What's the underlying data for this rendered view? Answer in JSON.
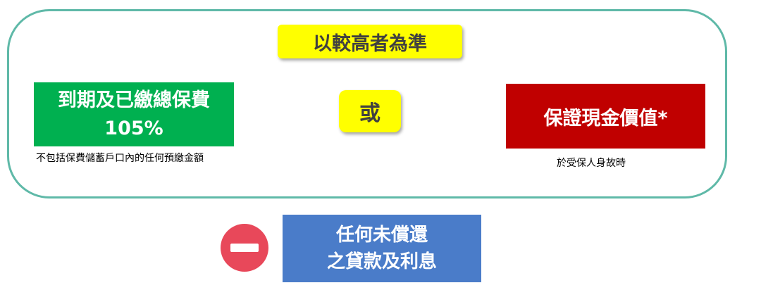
{
  "title": "以較高者為準",
  "or_label": "或",
  "left_option": {
    "line1": "到期及已繳總保費",
    "line2": "105%",
    "caption": "不包括保費儲蓄戶口內的任何預繳金額"
  },
  "right_option": {
    "label": "保證現金價值*",
    "caption": "於受保人身故時"
  },
  "deduction": {
    "icon": "minus-circle-icon",
    "line1": "任何未償還",
    "line2": "之貸款及利息"
  },
  "colors": {
    "frame": "#5fb9a8",
    "highlight": "#ffff00",
    "green": "#00b050",
    "red": "#c00000",
    "blue": "#4a7cc9",
    "minus": "#e8485a"
  }
}
